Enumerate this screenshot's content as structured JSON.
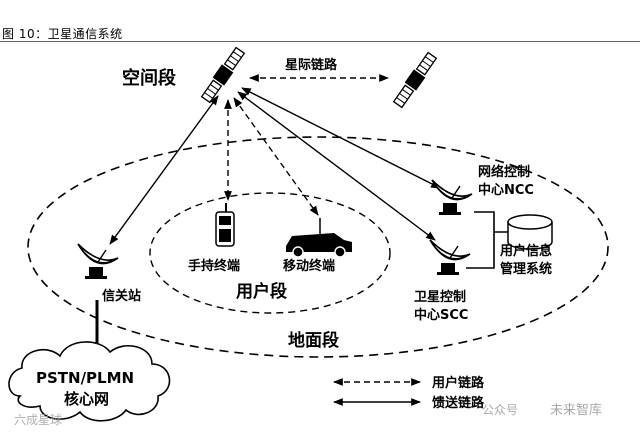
{
  "figure_title": "图 10：卫星通信系统",
  "segments": {
    "space": "空间段",
    "ground": "地面段",
    "user": "用户段"
  },
  "links": {
    "inter_satellite": "星际链路"
  },
  "nodes": {
    "handheld": "手持终端",
    "mobile": "移动终端",
    "gateway": "信关站",
    "ncc_line1": "网络控制",
    "ncc_line2": "中心NCC",
    "userinfo_line1": "用户信息",
    "userinfo_line2": "管理系统",
    "scc_line1": "卫星控制",
    "scc_line2": "中心SCC",
    "pstn_line1": "PSTN/PLMN",
    "pstn_line2": "核心网"
  },
  "legend": {
    "user_link": "用户链路",
    "feeder_link": "馈送链路"
  },
  "watermarks": {
    "left": "六成星球",
    "right_prefix": "公众号",
    "right_name": "未来智库"
  },
  "colors": {
    "line": "#000000",
    "accent_rule": "#b84040",
    "watermark": "#9a9a9a"
  }
}
